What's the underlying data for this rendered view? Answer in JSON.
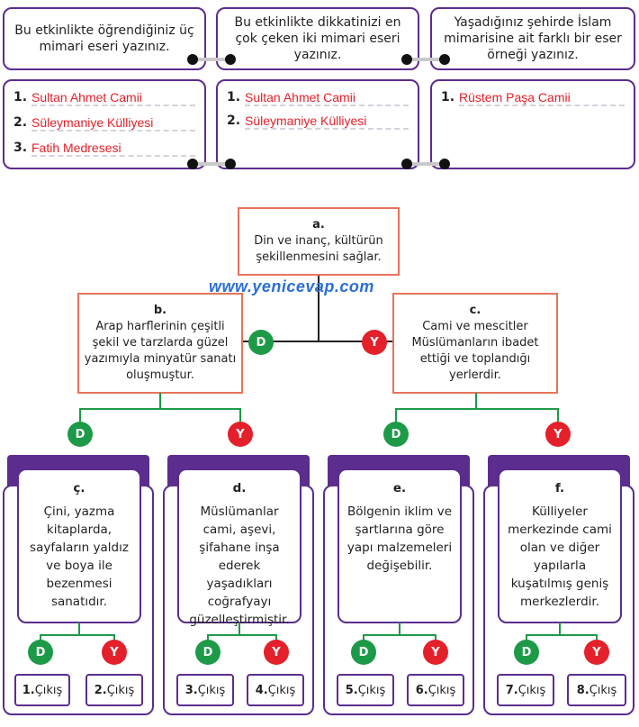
{
  "top": {
    "questions": [
      "Bu etkinlikte öğrendiğiniz üç mimari eseri yazınız.",
      "Bu etkinlikte dikkatinizi en çok çeken iki mimari eseri yazınız.",
      "Yaşadığınız şehirde İslam mimarisine ait farklı bir eser örneği yazınız."
    ],
    "answers": [
      [
        {
          "num": "1.",
          "text": "Sultan Ahmet Camii"
        },
        {
          "num": "2.",
          "text": "Süleymaniye Külliyesi"
        },
        {
          "num": "3.",
          "text": "Fatih Medresesi"
        }
      ],
      [
        {
          "num": "1.",
          "text": "Sultan Ahmet Camii"
        },
        {
          "num": "2.",
          "text": "Süleymaniye Külliyesi"
        }
      ],
      [
        {
          "num": "1.",
          "text": "Rüstem Paşa Camii"
        }
      ]
    ]
  },
  "watermark": "www.yenicevap.com",
  "tree": {
    "a": {
      "label": "a.",
      "text": "Din ve inanç, kültürün şekillenmesini sağlar."
    },
    "b": {
      "label": "b.",
      "text": "Arap harflerinin çeşitli şekil ve tarzlarda güzel yazımıyla minyatür sanatı oluşmuştur."
    },
    "c": {
      "label": "c.",
      "text": "Cami ve mescitler Müslümanların ibadet ettiği ve toplandığı yerlerdir."
    },
    "d_letter": "D",
    "y_letter": "Y",
    "cards": [
      {
        "label": "ç.",
        "text": "Çini, yazma kitaplarda, sayfaların yaldız ve boya ile bezenmesi sanatıdır."
      },
      {
        "label": "d.",
        "text": "Müslümanlar cami, aşevi, şifahane inşa ederek yaşadıkları coğrafyayı güzelleştirmiştir."
      },
      {
        "label": "e.",
        "text": "Bölgenin iklim ve şartlarına göre yapı malzemeleri değişebilir."
      },
      {
        "label": "f.",
        "text": "Külliyeler merkezinde cami olan ve diğer yapılarla kuşatılmış geniş merkezlerdir."
      }
    ],
    "exits": [
      {
        "num": "1.",
        "word": "Çıkış"
      },
      {
        "num": "2.",
        "word": "Çıkış"
      },
      {
        "num": "3.",
        "word": "Çıkış"
      },
      {
        "num": "4.",
        "word": "Çıkış"
      },
      {
        "num": "5.",
        "word": "Çıkış"
      },
      {
        "num": "6.",
        "word": "Çıkış"
      },
      {
        "num": "7.",
        "word": "Çıkış"
      },
      {
        "num": "8.",
        "word": "Çıkış"
      }
    ]
  },
  "colors": {
    "purple": "#5b2d8e",
    "green": "#1d9a48",
    "red": "#e4202a",
    "orange": "#e9725a",
    "answer": "#e4202a"
  }
}
